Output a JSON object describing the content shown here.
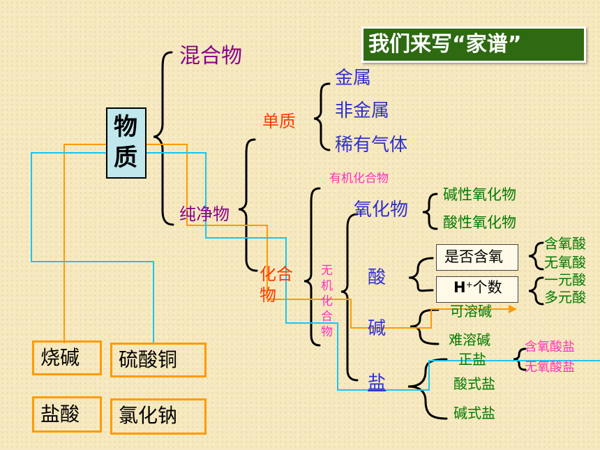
{
  "title": "我们来写“家谱”",
  "root": "物质",
  "mixture": "混合物",
  "pure": "纯净物",
  "element": "单质",
  "element_types": [
    "金属",
    "非金属",
    "稀有气体"
  ],
  "compound": "化合物",
  "organic": "有机化合物",
  "inorganic": "无机化合物",
  "oxide": "氧化物",
  "oxide_types": [
    "碱性氧化物",
    "酸性氧化物"
  ],
  "acid": "酸",
  "acid_criteria": {
    "oxygen": "是否含氧",
    "h_prefix": "H",
    "h_sup": "+",
    "h_suffix": "个数"
  },
  "acid_oxygen_types": [
    "含氧酸",
    "无氧酸"
  ],
  "acid_h_types": [
    "一元酸",
    "多元酸"
  ],
  "base": "碱",
  "base_types": [
    "可溶碱",
    "难溶碱"
  ],
  "salt": "盐",
  "salt_types": [
    "正盐",
    "酸式盐",
    "碱式盐"
  ],
  "normal_salt_types": [
    "含氧酸盐",
    "无氧酸盐"
  ],
  "substances": [
    "烧碱",
    "硫酸铜",
    "盐酸",
    "氯化钠"
  ],
  "colors": {
    "purple": "#8a008a",
    "orange": "#ff3a00",
    "blue": "#2f2fd0",
    "green": "#007a00",
    "pink": "#ff30c0",
    "line_orange": "#ff9a00",
    "line_cyan": "#19c6f0",
    "title_bg": "#2e6a12"
  }
}
